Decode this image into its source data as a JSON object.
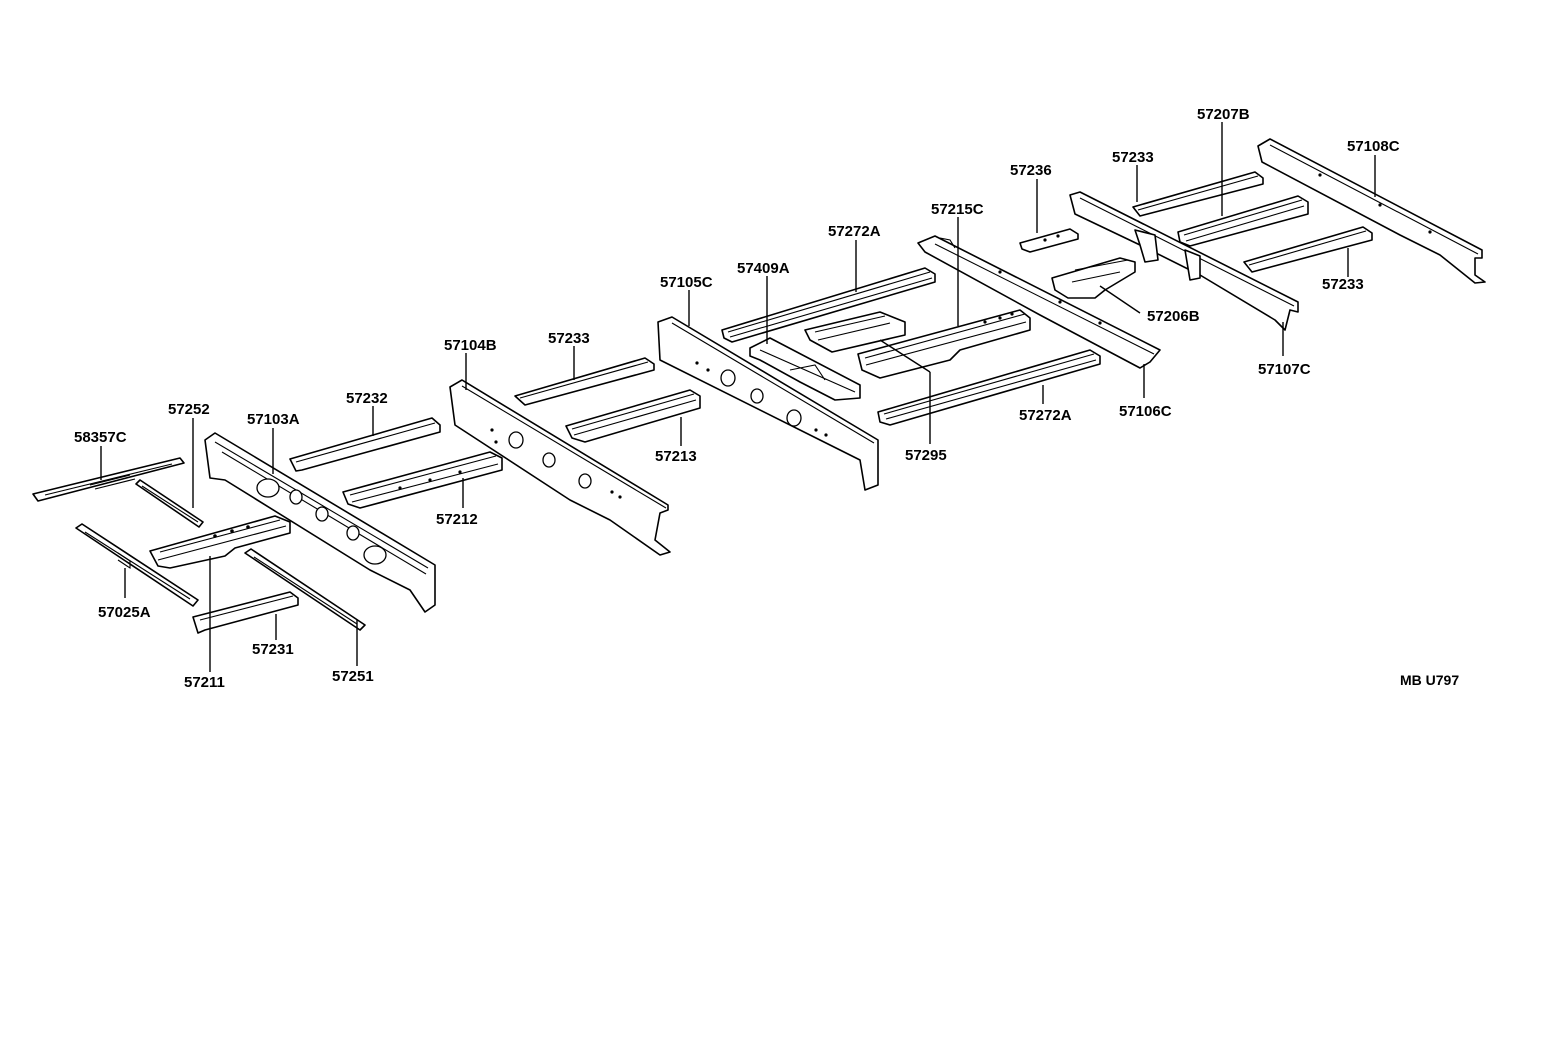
{
  "diagram": {
    "code": "MB U797",
    "part_numbers": {
      "p58357C": "58357C",
      "p57252": "57252",
      "p57103A": "57103A",
      "p57232": "57232",
      "p57104B": "57104B",
      "p57233a": "57233",
      "p57105C": "57105C",
      "p57409A": "57409A",
      "p57272A_top": "57272A",
      "p57215C": "57215C",
      "p57236": "57236",
      "p57233b": "57233",
      "p57207B": "57207B",
      "p57108C": "57108C",
      "p57233c": "57233",
      "p57206B": "57206B",
      "p57107C": "57107C",
      "p57106C": "57106C",
      "p57272A_bottom": "57272A",
      "p57295": "57295",
      "p57213": "57213",
      "p57212": "57212",
      "p57025A": "57025A",
      "p57231": "57231",
      "p57211": "57211",
      "p57251": "57251"
    }
  }
}
